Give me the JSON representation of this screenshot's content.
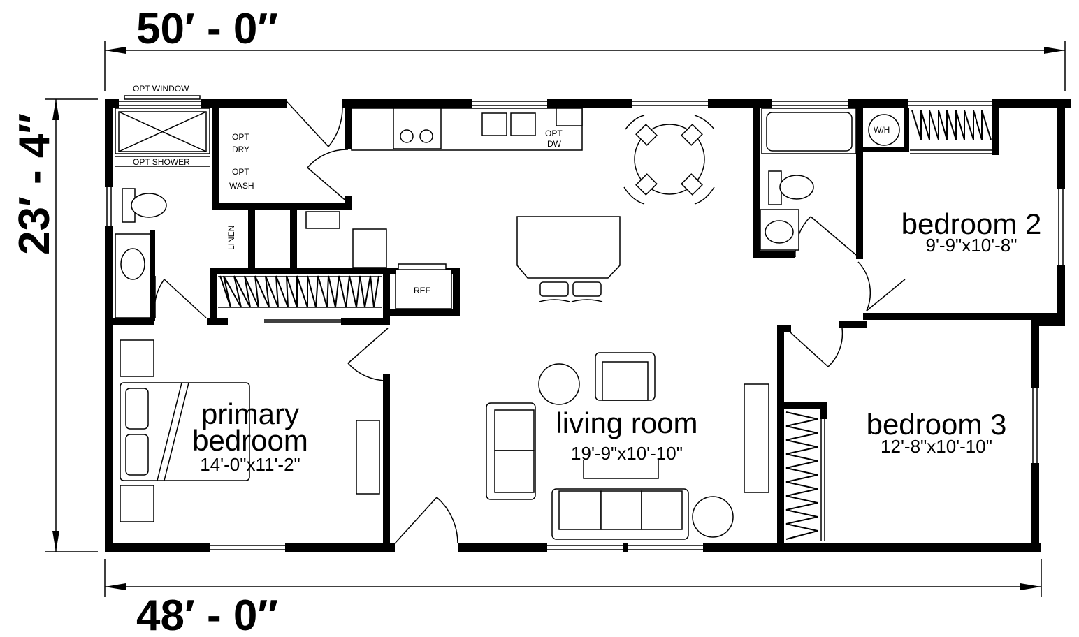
{
  "dimensions": {
    "top_width": "50′ - 0″",
    "bottom_width": "48′ - 0″",
    "left_depth": "23′ - 4″"
  },
  "rooms": {
    "primary_bedroom": {
      "name_line1": "primary",
      "name_line2": "bedroom",
      "size": "14'-0\"x11'-2\""
    },
    "living_room": {
      "name": "living room",
      "size": "19'-9\"x10'-10\""
    },
    "bedroom2": {
      "name": "bedroom 2",
      "size": "9'-9\"x10'-8\""
    },
    "bedroom3": {
      "name": "bedroom 3",
      "size": "12'-8\"x10'-10\""
    }
  },
  "labels": {
    "opt_window": "OPT WINDOW",
    "opt_shower": "OPT SHOWER",
    "opt_dry_1": "OPT",
    "opt_dry_2": "DRY",
    "opt_wash_1": "OPT",
    "opt_wash_2": "WASH",
    "linen": "LINEN",
    "ref": "REF",
    "opt_dw_1": "OPT",
    "opt_dw_2": "DW",
    "wh": "W/H"
  }
}
